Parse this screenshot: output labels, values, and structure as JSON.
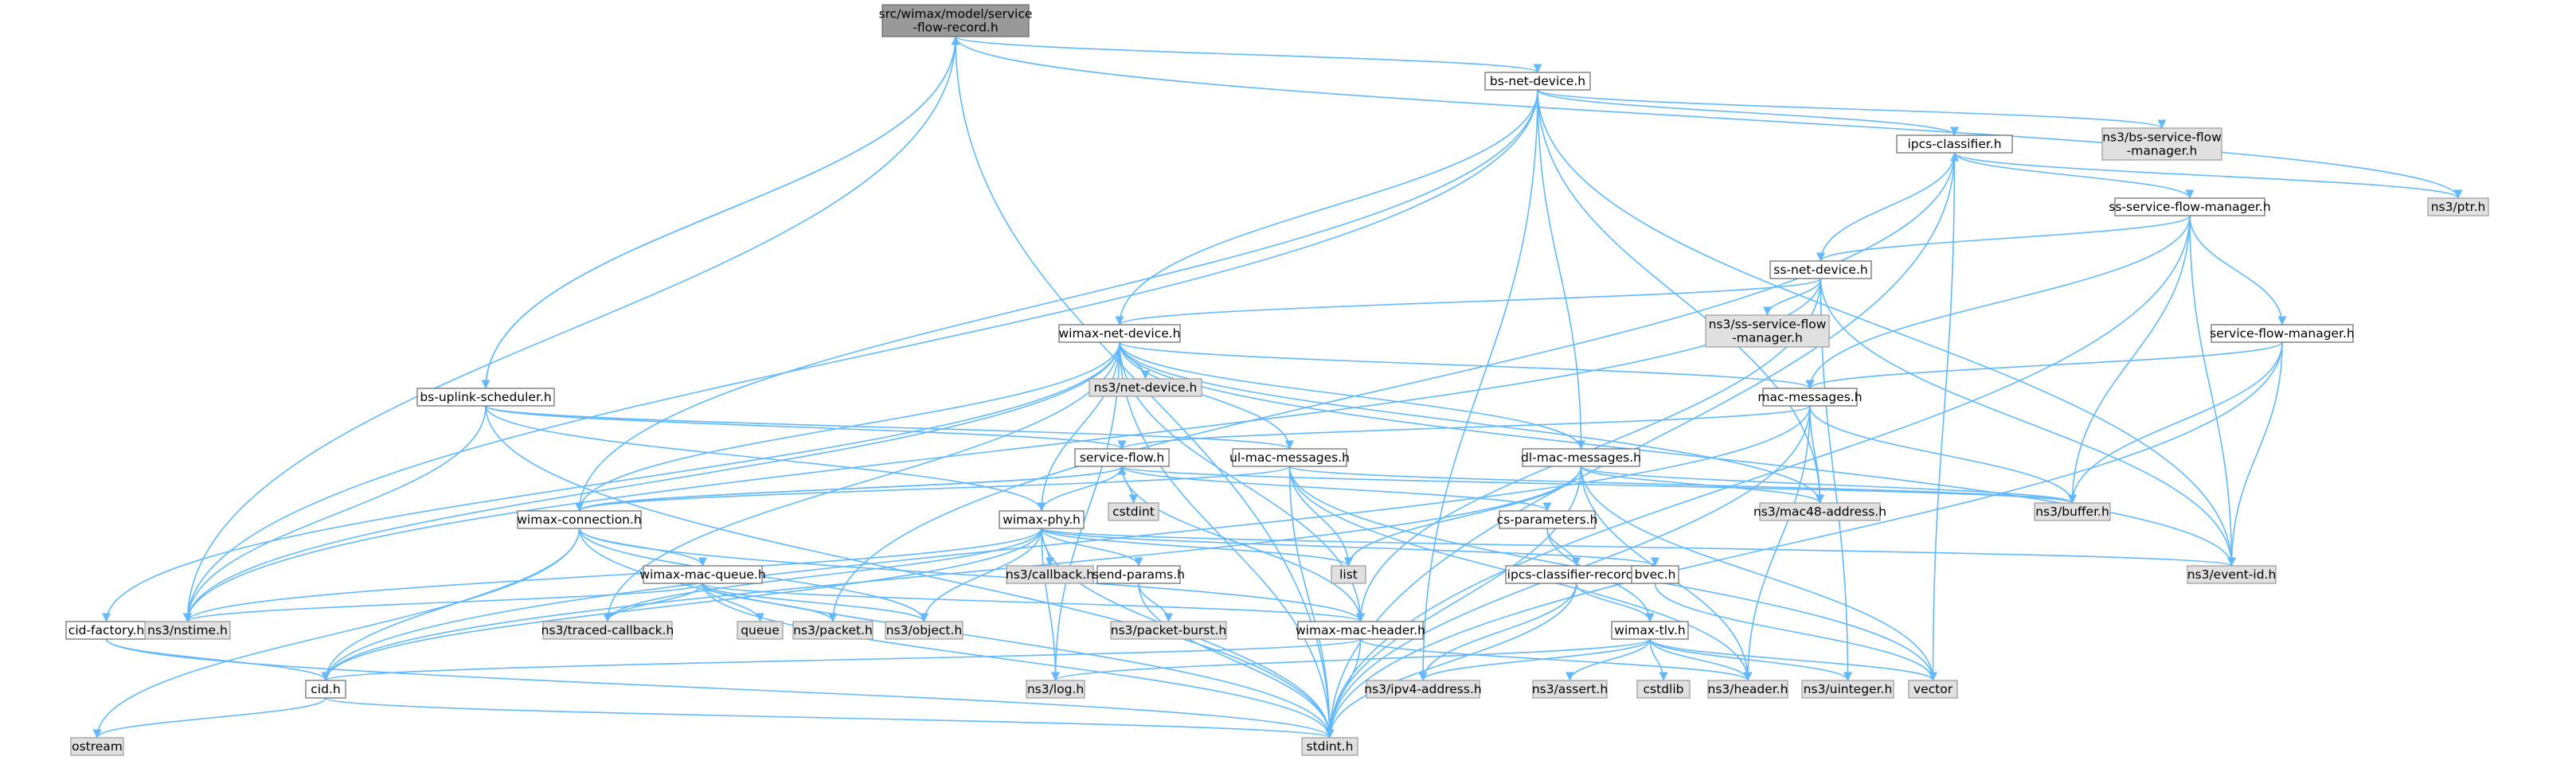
{
  "colors": {
    "root_fill": "#999999",
    "local_fill": "#ffffff",
    "external_fill": "#e0e0e0",
    "border_local": "#666666",
    "border_external": "#999999",
    "edge": "#63b8ff",
    "background": "#ffffff"
  },
  "nodes": [
    {
      "id": "root",
      "lines": [
        "src/wimax/model/service",
        "-flow-record.h"
      ],
      "kind": "root"
    },
    {
      "id": "bs-net-device",
      "lines": [
        "bs-net-device.h"
      ],
      "kind": "local"
    },
    {
      "id": "ipcs-classifier",
      "lines": [
        "ipcs-classifier.h"
      ],
      "kind": "local"
    },
    {
      "id": "ns3-bs-service-flow-manager",
      "lines": [
        "ns3/bs-service-flow",
        "-manager.h"
      ],
      "kind": "external"
    },
    {
      "id": "ns3-ptr",
      "lines": [
        "ns3/ptr.h"
      ],
      "kind": "external"
    },
    {
      "id": "ss-service-flow-manager",
      "lines": [
        "ss-service-flow-manager.h"
      ],
      "kind": "local"
    },
    {
      "id": "ss-net-device",
      "lines": [
        "ss-net-device.h"
      ],
      "kind": "local"
    },
    {
      "id": "ns3-ss-service-flow-manager",
      "lines": [
        "ns3/ss-service-flow",
        "-manager.h"
      ],
      "kind": "external"
    },
    {
      "id": "wimax-net-device",
      "lines": [
        "wimax-net-device.h"
      ],
      "kind": "local"
    },
    {
      "id": "service-flow-manager",
      "lines": [
        "service-flow-manager.h"
      ],
      "kind": "local"
    },
    {
      "id": "ns3-net-device",
      "lines": [
        "ns3/net-device.h"
      ],
      "kind": "external"
    },
    {
      "id": "mac-messages",
      "lines": [
        "mac-messages.h"
      ],
      "kind": "local"
    },
    {
      "id": "bs-uplink-scheduler",
      "lines": [
        "bs-uplink-scheduler.h"
      ],
      "kind": "local"
    },
    {
      "id": "service-flow",
      "lines": [
        "service-flow.h"
      ],
      "kind": "local"
    },
    {
      "id": "ul-mac-messages",
      "lines": [
        "ul-mac-messages.h"
      ],
      "kind": "local"
    },
    {
      "id": "dl-mac-messages",
      "lines": [
        "dl-mac-messages.h"
      ],
      "kind": "local"
    },
    {
      "id": "cstdint",
      "lines": [
        "cstdint"
      ],
      "kind": "external"
    },
    {
      "id": "ns3-mac48-address",
      "lines": [
        "ns3/mac48-address.h"
      ],
      "kind": "external"
    },
    {
      "id": "ns3-buffer",
      "lines": [
        "ns3/buffer.h"
      ],
      "kind": "external"
    },
    {
      "id": "wimax-connection",
      "lines": [
        "wimax-connection.h"
      ],
      "kind": "local"
    },
    {
      "id": "wimax-phy",
      "lines": [
        "wimax-phy.h"
      ],
      "kind": "local"
    },
    {
      "id": "cs-parameters",
      "lines": [
        "cs-parameters.h"
      ],
      "kind": "local"
    },
    {
      "id": "ns3-event-id",
      "lines": [
        "ns3/event-id.h"
      ],
      "kind": "external"
    },
    {
      "id": "list",
      "lines": [
        "list"
      ],
      "kind": "external"
    },
    {
      "id": "wimax-mac-queue",
      "lines": [
        "wimax-mac-queue.h"
      ],
      "kind": "local"
    },
    {
      "id": "ns3-callback",
      "lines": [
        "ns3/callback.h"
      ],
      "kind": "external"
    },
    {
      "id": "send-params",
      "lines": [
        "send-params.h"
      ],
      "kind": "local"
    },
    {
      "id": "ipcs-classifier-record",
      "lines": [
        "ipcs-classifier-record.h"
      ],
      "kind": "local"
    },
    {
      "id": "bvec",
      "lines": [
        "bvec.h"
      ],
      "kind": "local"
    },
    {
      "id": "cid-factory",
      "lines": [
        "cid-factory.h"
      ],
      "kind": "local"
    },
    {
      "id": "ns3-nstime",
      "lines": [
        "ns3/nstime.h"
      ],
      "kind": "external"
    },
    {
      "id": "queue",
      "lines": [
        "queue"
      ],
      "kind": "external"
    },
    {
      "id": "ns3-packet",
      "lines": [
        "ns3/packet.h"
      ],
      "kind": "external"
    },
    {
      "id": "ns3-object",
      "lines": [
        "ns3/object.h"
      ],
      "kind": "external"
    },
    {
      "id": "wimax-mac-header",
      "lines": [
        "wimax-mac-header.h"
      ],
      "kind": "local"
    },
    {
      "id": "ns3-packet-burst",
      "lines": [
        "ns3/packet-burst.h"
      ],
      "kind": "external"
    },
    {
      "id": "wimax-tlv",
      "lines": [
        "wimax-tlv.h"
      ],
      "kind": "local"
    },
    {
      "id": "ns3-traced-callback",
      "lines": [
        "ns3/traced-callback.h"
      ],
      "kind": "external"
    },
    {
      "id": "cid",
      "lines": [
        "cid.h"
      ],
      "kind": "local"
    },
    {
      "id": "ns3-log",
      "lines": [
        "ns3/log.h"
      ],
      "kind": "external"
    },
    {
      "id": "ns3-ipv4-address",
      "lines": [
        "ns3/ipv4-address.h"
      ],
      "kind": "external"
    },
    {
      "id": "ns3-assert",
      "lines": [
        "ns3/assert.h"
      ],
      "kind": "external"
    },
    {
      "id": "cstdlib",
      "lines": [
        "cstdlib"
      ],
      "kind": "external"
    },
    {
      "id": "ns3-header",
      "lines": [
        "ns3/header.h"
      ],
      "kind": "external"
    },
    {
      "id": "ns3-uinteger",
      "lines": [
        "ns3/uinteger.h"
      ],
      "kind": "external"
    },
    {
      "id": "vector",
      "lines": [
        "vector"
      ],
      "kind": "external"
    },
    {
      "id": "ostream",
      "lines": [
        "ostream"
      ],
      "kind": "external"
    },
    {
      "id": "stdint",
      "lines": [
        "stdint.h"
      ],
      "kind": "external"
    }
  ],
  "edges": [
    [
      "root",
      "bs-net-device"
    ],
    [
      "root",
      "ns3-ptr"
    ],
    [
      "root",
      "ns3-nstime"
    ],
    [
      "root",
      "stdint"
    ],
    [
      "root",
      "bs-uplink-scheduler"
    ],
    [
      "bs-net-device",
      "ipcs-classifier"
    ],
    [
      "bs-net-device",
      "ns3-bs-service-flow-manager"
    ],
    [
      "bs-net-device",
      "wimax-net-device"
    ],
    [
      "bs-net-device",
      "dl-mac-messages"
    ],
    [
      "bs-net-device",
      "wimax-connection"
    ],
    [
      "bs-net-device",
      "ns3-mac48-address"
    ],
    [
      "bs-net-device",
      "ns3-event-id"
    ],
    [
      "bs-net-device",
      "ns3-ipv4-address"
    ],
    [
      "bs-net-device",
      "ns3-nstime"
    ],
    [
      "ipcs-classifier",
      "ss-service-flow-manager"
    ],
    [
      "ipcs-classifier",
      "ns3-ptr"
    ],
    [
      "ipcs-classifier",
      "vector"
    ],
    [
      "ipcs-classifier",
      "ns3-packet"
    ],
    [
      "ipcs-classifier",
      "stdint"
    ],
    [
      "ss-service-flow-manager",
      "ss-net-device"
    ],
    [
      "ss-service-flow-manager",
      "service-flow-manager"
    ],
    [
      "ss-service-flow-manager",
      "mac-messages"
    ],
    [
      "ss-service-flow-manager",
      "ns3-buffer"
    ],
    [
      "ss-service-flow-manager",
      "ns3-event-id"
    ],
    [
      "ss-service-flow-manager",
      "stdint"
    ],
    [
      "ss-net-device",
      "ipcs-classifier"
    ],
    [
      "ss-net-device",
      "ns3-ss-service-flow-manager"
    ],
    [
      "ss-net-device",
      "wimax-net-device"
    ],
    [
      "ss-net-device",
      "wimax-mac-header"
    ],
    [
      "ss-net-device",
      "ns3-event-id"
    ],
    [
      "ss-net-device",
      "ns3-uinteger"
    ],
    [
      "ss-net-device",
      "ns3-nstime"
    ],
    [
      "service-flow-manager",
      "mac-messages"
    ],
    [
      "service-flow-manager",
      "ns3-buffer"
    ],
    [
      "service-flow-manager",
      "ns3-event-id"
    ],
    [
      "service-flow-manager",
      "stdint"
    ],
    [
      "wimax-net-device",
      "ns3-net-device"
    ],
    [
      "wimax-net-device",
      "mac-messages"
    ],
    [
      "wimax-net-device",
      "ul-mac-messages"
    ],
    [
      "wimax-net-device",
      "dl-mac-messages"
    ],
    [
      "wimax-net-device",
      "wimax-connection"
    ],
    [
      "wimax-net-device",
      "wimax-phy"
    ],
    [
      "wimax-net-device",
      "wimax-mac-header"
    ],
    [
      "wimax-net-device",
      "ns3-event-id"
    ],
    [
      "wimax-net-device",
      "ns3-mac48-address"
    ],
    [
      "wimax-net-device",
      "ns3-traced-callback"
    ],
    [
      "wimax-net-device",
      "ns3-log"
    ],
    [
      "wimax-net-device",
      "ns3-nstime"
    ],
    [
      "wimax-net-device",
      "cid-factory"
    ],
    [
      "wimax-net-device",
      "stdint"
    ],
    [
      "mac-messages",
      "service-flow"
    ],
    [
      "mac-messages",
      "ns3-mac48-address"
    ],
    [
      "mac-messages",
      "ns3-buffer"
    ],
    [
      "mac-messages",
      "ns3-header"
    ],
    [
      "mac-messages",
      "cid"
    ],
    [
      "mac-messages",
      "stdint"
    ],
    [
      "bs-uplink-scheduler",
      "ul-mac-messages"
    ],
    [
      "bs-uplink-scheduler",
      "wimax-phy"
    ],
    [
      "bs-uplink-scheduler",
      "service-flow"
    ],
    [
      "bs-uplink-scheduler",
      "ns3-nstime"
    ],
    [
      "bs-uplink-scheduler",
      "stdint"
    ],
    [
      "bs-uplink-scheduler",
      "root"
    ],
    [
      "service-flow",
      "cstdint"
    ],
    [
      "service-flow",
      "wimax-phy"
    ],
    [
      "service-flow",
      "cs-parameters"
    ],
    [
      "service-flow",
      "wimax-connection"
    ],
    [
      "service-flow",
      "wimax-mac-header"
    ],
    [
      "service-flow",
      "ns3-buffer"
    ],
    [
      "ul-mac-messages",
      "list"
    ],
    [
      "ul-mac-messages",
      "ns3-header"
    ],
    [
      "ul-mac-messages",
      "ns3-buffer"
    ],
    [
      "ul-mac-messages",
      "vector"
    ],
    [
      "ul-mac-messages",
      "stdint"
    ],
    [
      "ul-mac-messages",
      "wimax-connection"
    ],
    [
      "dl-mac-messages",
      "ns3-mac48-address"
    ],
    [
      "dl-mac-messages",
      "ns3-buffer"
    ],
    [
      "dl-mac-messages",
      "ns3-header"
    ],
    [
      "dl-mac-messages",
      "vector"
    ],
    [
      "dl-mac-messages",
      "list"
    ],
    [
      "dl-mac-messages",
      "cid"
    ],
    [
      "dl-mac-messages",
      "stdint"
    ],
    [
      "wimax-connection",
      "service-flow"
    ],
    [
      "wimax-connection",
      "wimax-mac-queue"
    ],
    [
      "wimax-connection",
      "cid"
    ],
    [
      "wimax-connection",
      "ns3-object"
    ],
    [
      "wimax-connection",
      "ostream"
    ],
    [
      "wimax-connection",
      "stdint"
    ],
    [
      "wimax-connection",
      "wimax-mac-header"
    ],
    [
      "wimax-phy",
      "list"
    ],
    [
      "wimax-phy",
      "ns3-callback"
    ],
    [
      "wimax-phy",
      "send-params"
    ],
    [
      "wimax-phy",
      "bvec"
    ],
    [
      "wimax-phy",
      "ns3-event-id"
    ],
    [
      "wimax-phy",
      "ns3-object"
    ],
    [
      "wimax-phy",
      "ns3-log"
    ],
    [
      "wimax-phy",
      "ns3-traced-callback"
    ],
    [
      "wimax-phy",
      "ns3-nstime"
    ],
    [
      "wimax-phy",
      "stdint"
    ],
    [
      "wimax-phy",
      "cid"
    ],
    [
      "cs-parameters",
      "ipcs-classifier-record"
    ],
    [
      "cs-parameters",
      "wimax-tlv"
    ],
    [
      "ipcs-classifier-record",
      "wimax-tlv"
    ],
    [
      "ipcs-classifier-record",
      "ns3-ipv4-address"
    ],
    [
      "ipcs-classifier-record",
      "stdint"
    ],
    [
      "wimax-tlv",
      "ns3-ipv4-address"
    ],
    [
      "wimax-tlv",
      "ns3-assert"
    ],
    [
      "wimax-tlv",
      "cstdlib"
    ],
    [
      "wimax-tlv",
      "ns3-header"
    ],
    [
      "wimax-tlv",
      "ns3-uinteger"
    ],
    [
      "wimax-tlv",
      "vector"
    ],
    [
      "wimax-tlv",
      "ns3-log"
    ],
    [
      "wimax-mac-queue",
      "queue"
    ],
    [
      "wimax-mac-queue",
      "ns3-packet"
    ],
    [
      "wimax-mac-queue",
      "ns3-object"
    ],
    [
      "wimax-mac-queue",
      "ns3-traced-callback"
    ],
    [
      "wimax-mac-queue",
      "ns3-nstime"
    ],
    [
      "wimax-mac-queue",
      "wimax-mac-header"
    ],
    [
      "wimax-mac-queue",
      "stdint"
    ],
    [
      "send-params",
      "ns3-packet-burst"
    ],
    [
      "send-params",
      "stdint"
    ],
    [
      "bvec",
      "vector"
    ],
    [
      "cid-factory",
      "cid"
    ],
    [
      "cid-factory",
      "stdint"
    ],
    [
      "wimax-mac-header",
      "ns3-header"
    ],
    [
      "wimax-mac-header",
      "cid"
    ],
    [
      "wimax-mac-header",
      "stdint"
    ],
    [
      "cid",
      "ostream"
    ],
    [
      "cid",
      "stdint"
    ]
  ]
}
